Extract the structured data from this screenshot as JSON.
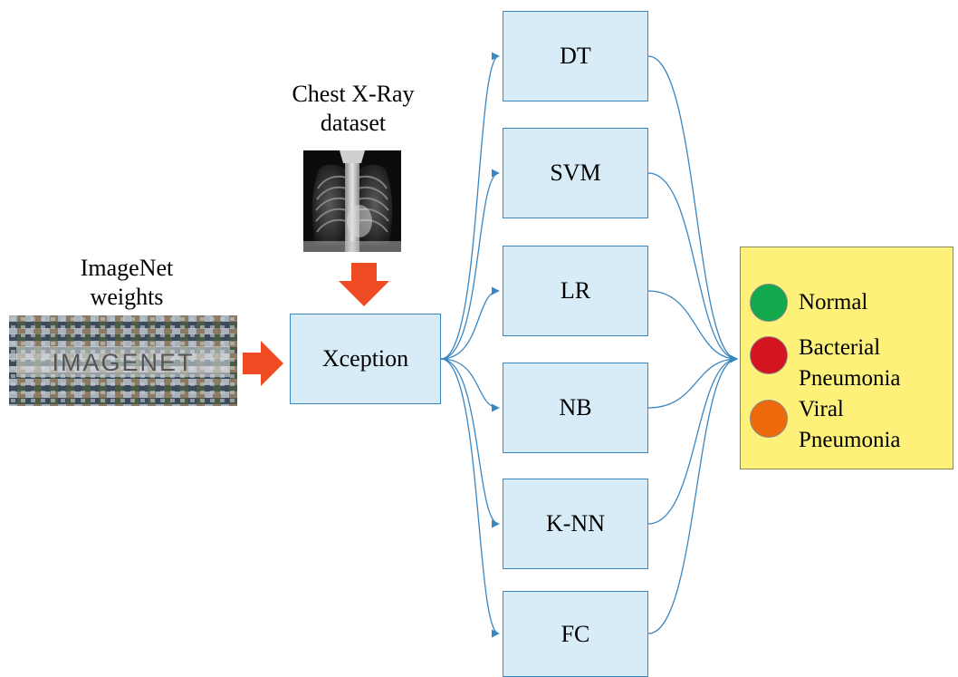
{
  "inputs": {
    "imagenet_label": "ImageNet\nweights",
    "imagenet_logo_text": "IMAGENET",
    "dataset_label": "Chest X-Ray\ndataset"
  },
  "backbone": {
    "label": "Xception"
  },
  "classifiers": [
    {
      "label": "DT"
    },
    {
      "label": "SVM"
    },
    {
      "label": "LR"
    },
    {
      "label": "NB"
    },
    {
      "label": "K-NN"
    },
    {
      "label": "FC"
    }
  ],
  "outputs": [
    {
      "label": "Normal",
      "color": "#12a84c"
    },
    {
      "label": "Bacterial\nPneumonia",
      "color": "#d4141e"
    },
    {
      "label": "Viral\nPneumonia",
      "color": "#ec6a0c"
    }
  ],
  "colors": {
    "box_fill": "#d7ecf7",
    "box_border": "#3a86c1",
    "connector": "#3a86c1",
    "arrow": "#ef4b23",
    "legend_fill": "#fdf17a"
  }
}
